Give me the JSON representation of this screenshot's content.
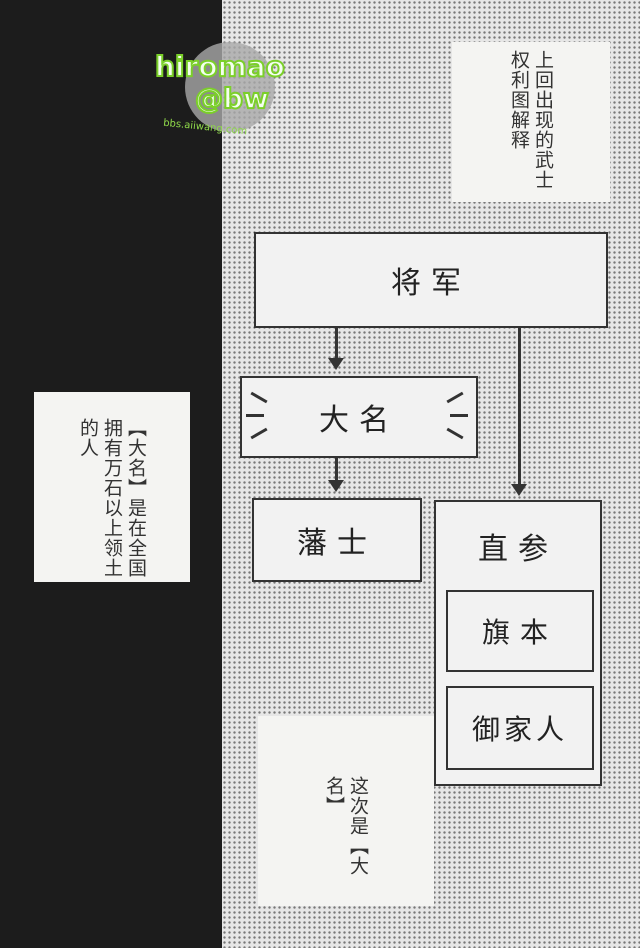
{
  "watermark": {
    "line1": "hiromao",
    "line2": "@bw",
    "url": "bbs.aiiwang.com"
  },
  "top_note": "上回出现的武士权利图解释",
  "left_note": "【大名】是在全国拥有万石以上领土的人",
  "bottom_note": "这次是【大名】",
  "diagram": {
    "shogun": "将军",
    "daimyo": "大名",
    "hanshi": "藩士",
    "jikisan": "直参",
    "hatamoto": "旗本",
    "gokenin": "御家人"
  }
}
